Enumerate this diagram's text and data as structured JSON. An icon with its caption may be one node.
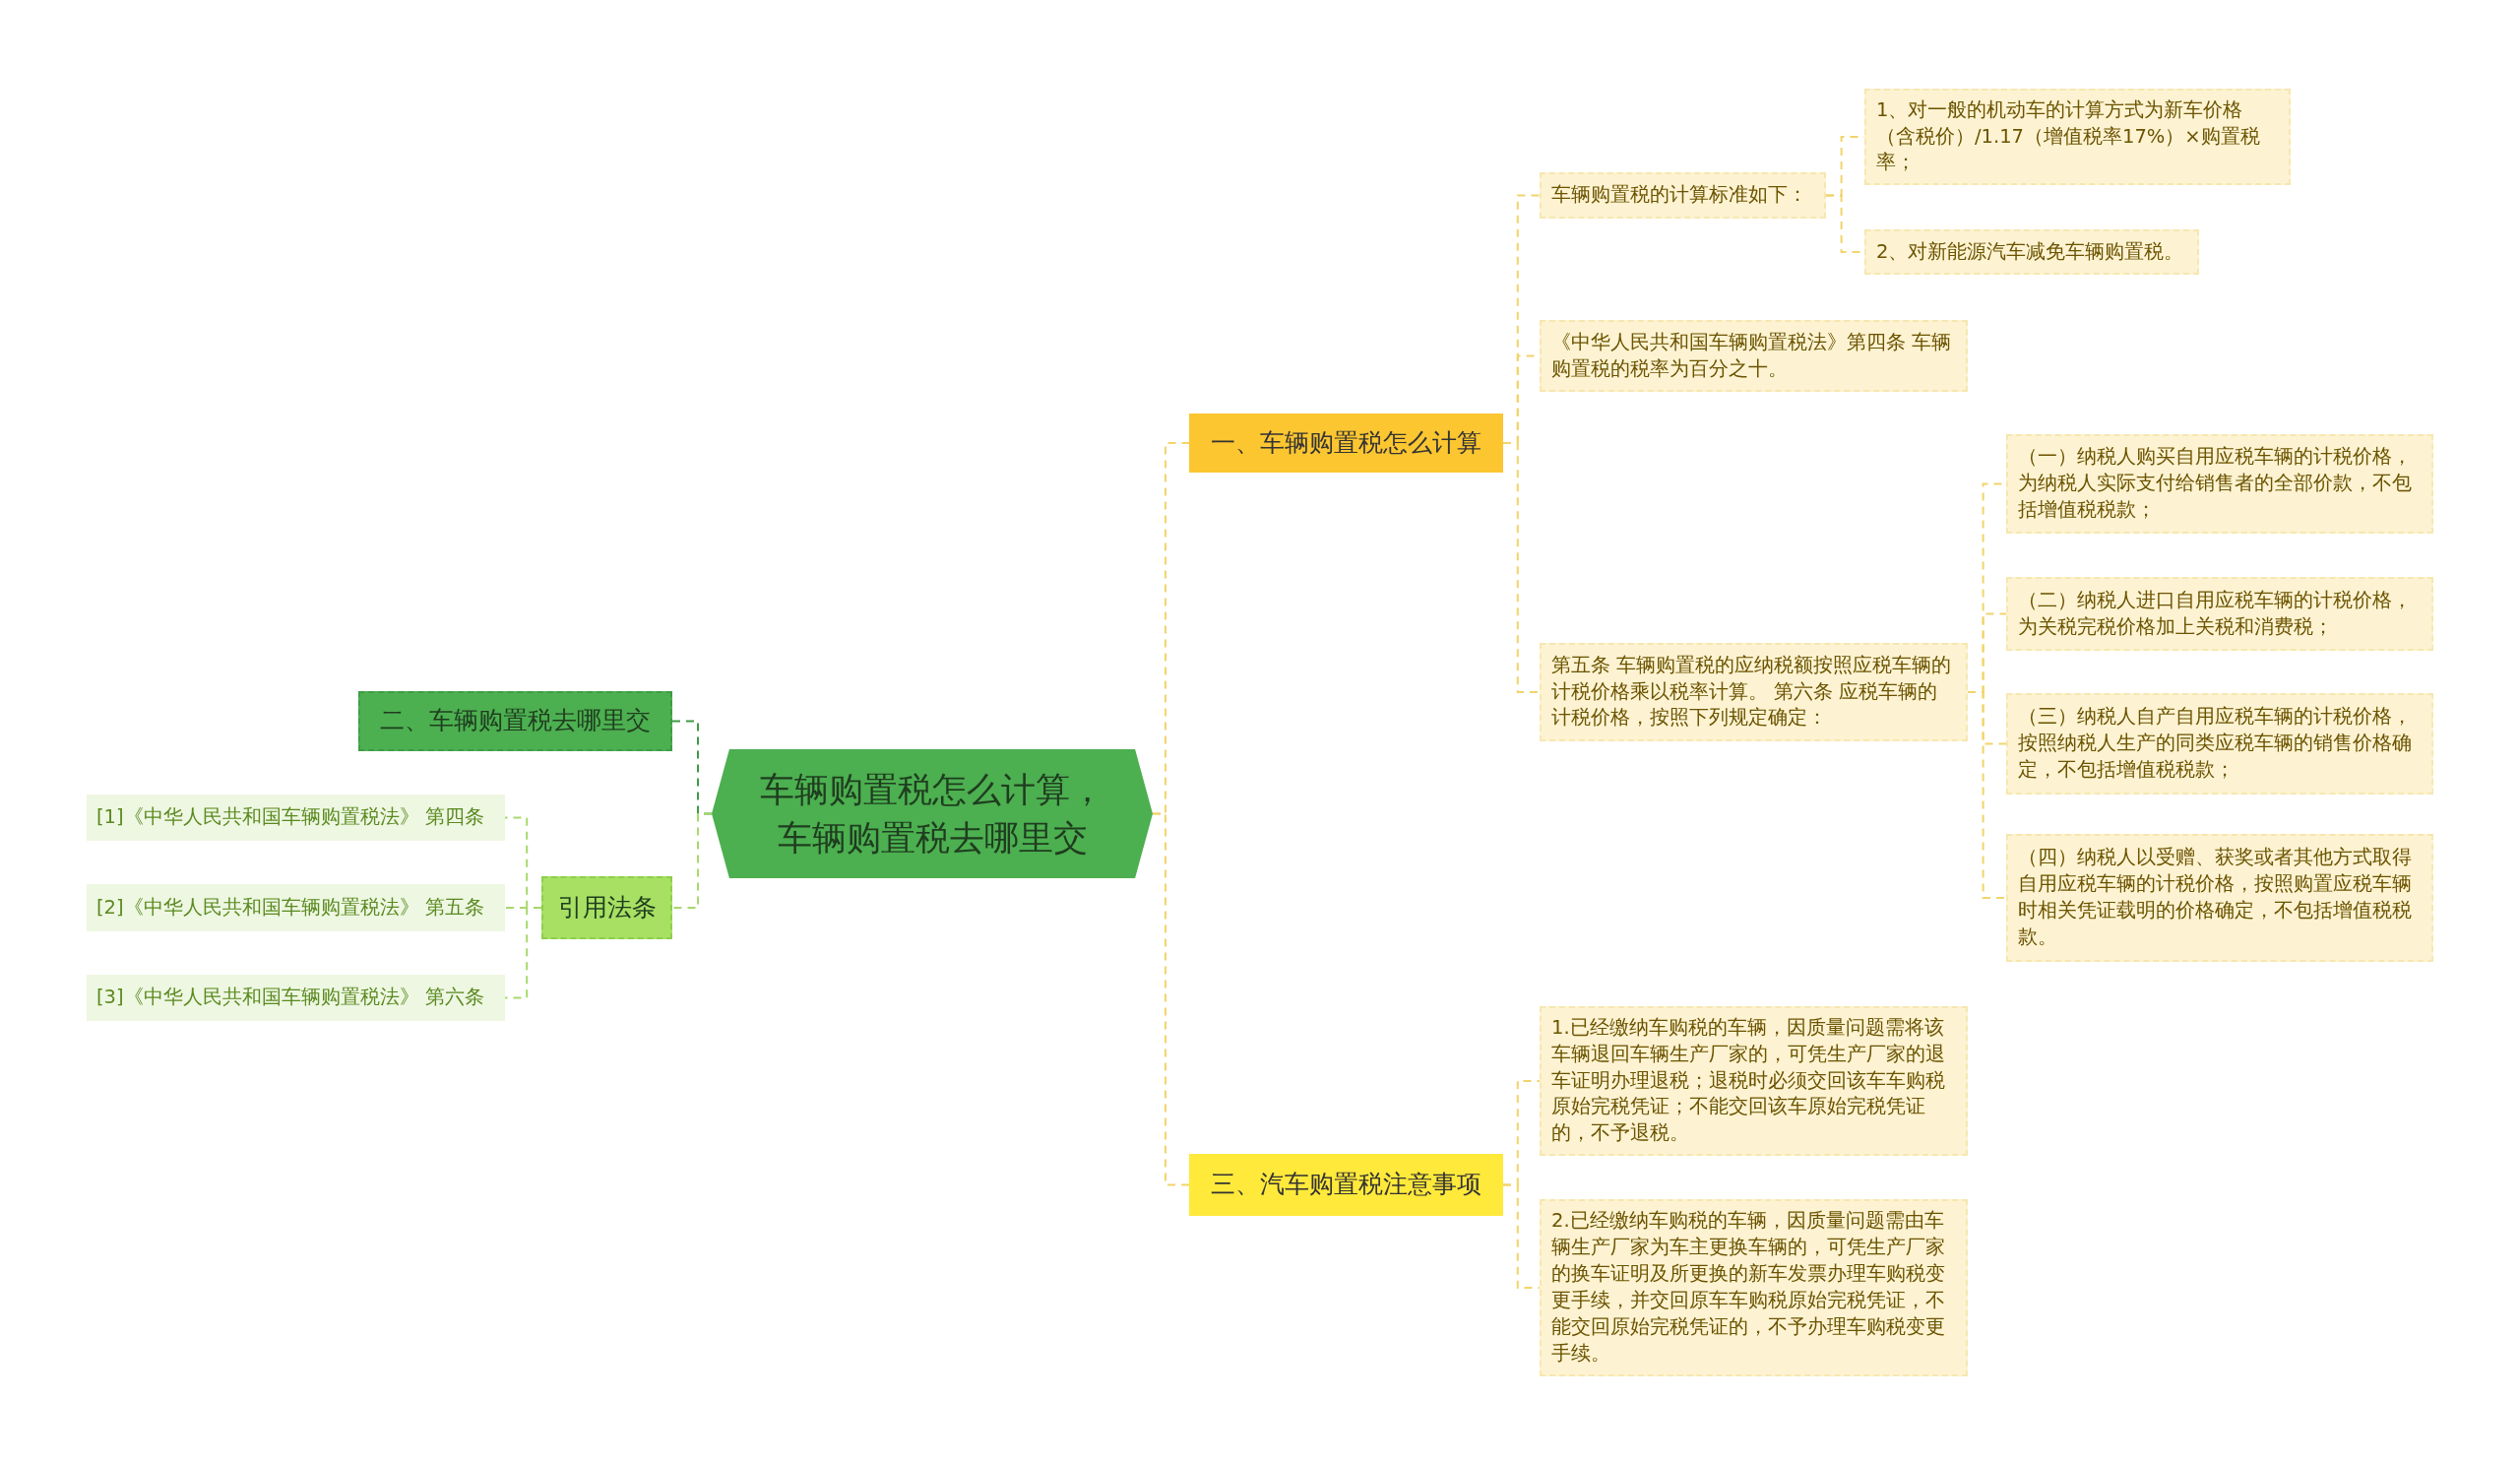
{
  "diagram": {
    "nodes": [
      {
        "text": [
          "车辆购置税怎么计算，车辆购置税去哪里交"
        ]
      },
      {
        "text": [
          "一、车辆购置税怎么计算"
        ]
      },
      {
        "text": [
          "车辆购置税的计算标准如下："
        ]
      },
      {
        "text": [
          "1、对一般的机动车的计算方式为新车价格（含税价）/1.17（增值税率17%）×购置税率；"
        ]
      },
      {
        "text": [
          "2、对新能源汽车减免车辆购置税。"
        ]
      },
      {
        "text": [
          "《中华人民共和国车辆购置税法》第四条 车辆购置税的税率为百分之十。"
        ]
      },
      {
        "text": [
          "第五条 车辆购置税的应纳税额按照应税车辆的计税价格乘以税率计算。 第六条 应税车辆的计税价格，按照下列规定确定："
        ]
      },
      {
        "text": [
          "（一）纳税人购买自用应税车辆的计税价格，为纳税人实际支付给销售者的全部价款，不包括增值税税款；"
        ]
      },
      {
        "text": [
          "（二）纳税人进口自用应税车辆的计税价格，为关税完税价格加上关税和消费税；"
        ]
      },
      {
        "text": [
          "（三）纳税人自产自用应税车辆的计税价格，按照纳税人生产的同类应税车辆的销售价格确定，不包括增值税税款；"
        ]
      },
      {
        "text": [
          "（四）纳税人以受赠、获奖或者其他方式取得自用应税车辆的计税价格，按照购置应税车辆时相关凭证载明的价格确定，不包括增值税税款。"
        ]
      },
      {
        "text": [
          "三、汽车购置税注意事项"
        ]
      },
      {
        "text": [
          "1.已经缴纳车购税的车辆，因质量问题需将该车辆退回车辆生产厂家的，可凭生产厂家的退车证明办理退税；退税时必须交回该车车购税原始完税凭证；不能交回该车原始完税凭证的，不予退税。"
        ]
      },
      {
        "text": [
          "2.已经缴纳车购税的车辆，因质量问题需由车辆生产厂家为车主更换车辆的，可凭生产厂家的换车证明及所更换的新车发票办理车购税变更手续，并交回原车车购税原始完税凭证，不能交回原始完税凭证的，不予办理车购税变更手续。"
        ]
      },
      {
        "text": [
          "二、车辆购置税去哪里交"
        ]
      },
      {
        "text": [
          "引用法条"
        ]
      },
      {
        "text": [
          "[1]《中华人民共和国车辆购置税法》 第四条"
        ]
      },
      {
        "text": [
          "[2]《中华人民共和国车辆购置税法》 第五条"
        ]
      },
      {
        "text": [
          "[3]《中华人民共和国车辆购置税法》 第六条"
        ]
      }
    ],
    "edges": [
      {
        "from": 0,
        "to": 1,
        "arrow": "none",
        "style": "dashed"
      },
      {
        "from": 1,
        "to": 2,
        "arrow": "none",
        "style": "dashed"
      },
      {
        "from": 2,
        "to": 3,
        "arrow": "none",
        "style": "dashed"
      },
      {
        "from": 2,
        "to": 4,
        "arrow": "none",
        "style": "dashed"
      },
      {
        "from": 1,
        "to": 5,
        "arrow": "none",
        "style": "dashed"
      },
      {
        "from": 1,
        "to": 6,
        "arrow": "none",
        "style": "dashed"
      },
      {
        "from": 6,
        "to": 7,
        "arrow": "none",
        "style": "dashed"
      },
      {
        "from": 6,
        "to": 8,
        "arrow": "none",
        "style": "dashed"
      },
      {
        "from": 6,
        "to": 9,
        "arrow": "none",
        "style": "dashed"
      },
      {
        "from": 6,
        "to": 10,
        "arrow": "none",
        "style": "dashed"
      },
      {
        "from": 0,
        "to": 11,
        "arrow": "none",
        "style": "dashed"
      },
      {
        "from": 11,
        "to": 12,
        "arrow": "none",
        "style": "dashed"
      },
      {
        "from": 11,
        "to": 13,
        "arrow": "none",
        "style": "dashed"
      },
      {
        "from": 0,
        "to": 14,
        "arrow": "none",
        "style": "dashed",
        "color": "#3f9b47"
      },
      {
        "from": 0,
        "to": 15,
        "arrow": "none",
        "style": "dashed",
        "color": "#a8d86c"
      },
      {
        "from": 15,
        "to": 16,
        "arrow": "none",
        "style": "dashed",
        "color": "#a8d86c"
      },
      {
        "from": 15,
        "to": 17,
        "arrow": "none",
        "style": "dashed",
        "color": "#a8d86c"
      },
      {
        "from": 15,
        "to": 18,
        "arrow": "none",
        "style": "dashed",
        "color": "#a8d86c"
      }
    ]
  }
}
